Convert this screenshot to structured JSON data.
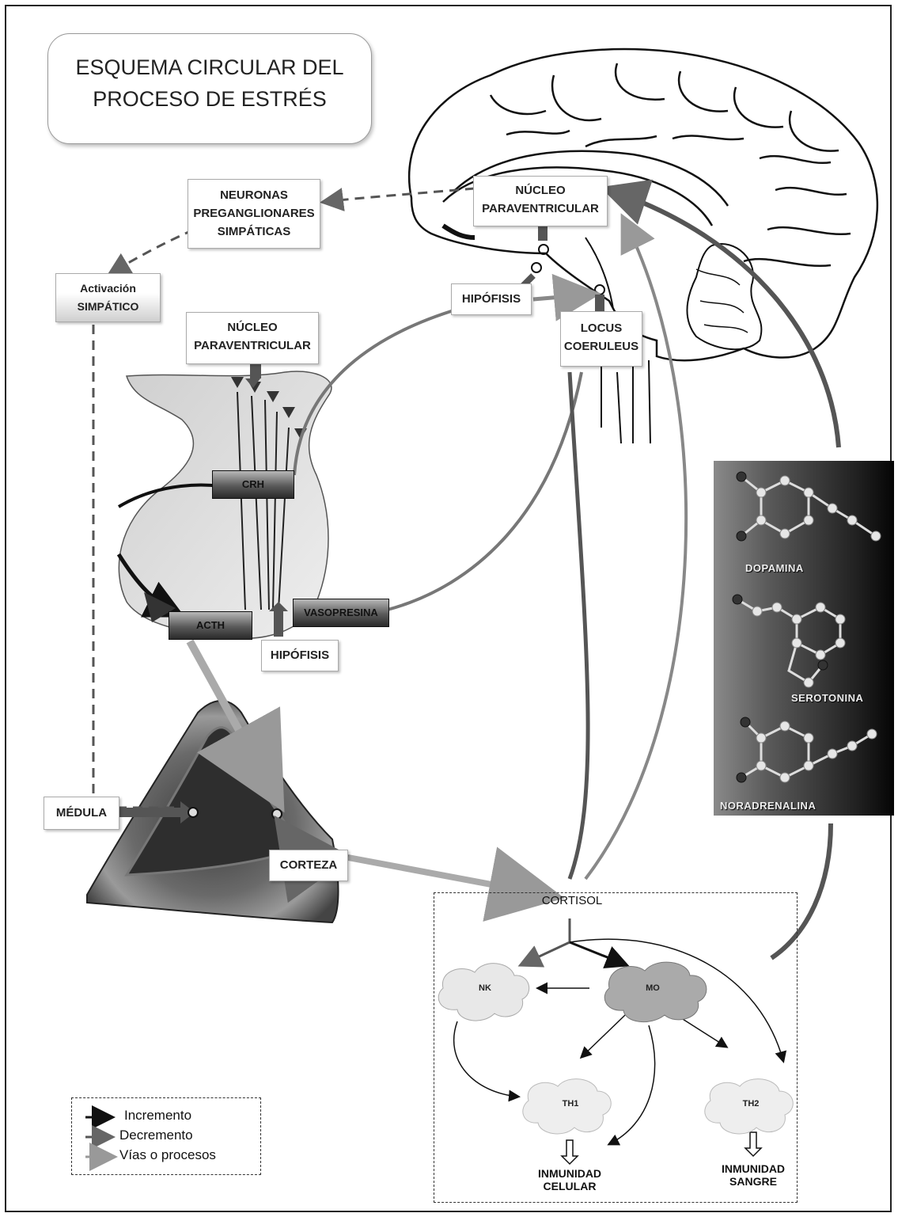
{
  "title": {
    "line1": "ESQUEMA CIRCULAR DEL",
    "line2": "PROCESO DE ESTRÉS"
  },
  "boxes": {
    "neuronas": [
      "NEURONAS",
      "PREGANGLIONARES",
      "SIMPÁTICAS"
    ],
    "activacion": [
      "Activación",
      "SIMPÁTICO"
    ],
    "nucleo_brain": [
      "NÚCLEO",
      "PARAVENTRICULAR"
    ],
    "nucleo_hypo": [
      "NÚCLEO",
      "PARAVENTRICULAR"
    ],
    "hipofisis_brain": "HIPÓFISIS",
    "locus": [
      "LOCUS",
      "COERULEUS"
    ],
    "hipofisis_low": "HIPÓFISIS",
    "medula": "MÉDULA",
    "corteza": "CORTEZA"
  },
  "bars": {
    "crh": "CRH",
    "acth": "ACTH",
    "vasopresina": "VASOPRESINA"
  },
  "molecules": {
    "dopamina": "DOPAMINA",
    "serotonina": "SEROTONINA",
    "noradrenalina": "NORADRENALINA"
  },
  "immune": {
    "cortisol": "CORTISOL",
    "nk": "NK",
    "mo": "MO",
    "th1": "TH1",
    "th2": "TH2",
    "inmunidad_celular": [
      "INMUNIDAD",
      "CELULAR"
    ],
    "inmunidad_sangre": [
      "INMUNIDAD",
      "SANGRE"
    ]
  },
  "legend": {
    "items": [
      "Incremento",
      "Decremento",
      "Vías o procesos"
    ]
  },
  "colors": {
    "increment": "#111111",
    "decrement": "#555555",
    "pathway": "#888888"
  }
}
